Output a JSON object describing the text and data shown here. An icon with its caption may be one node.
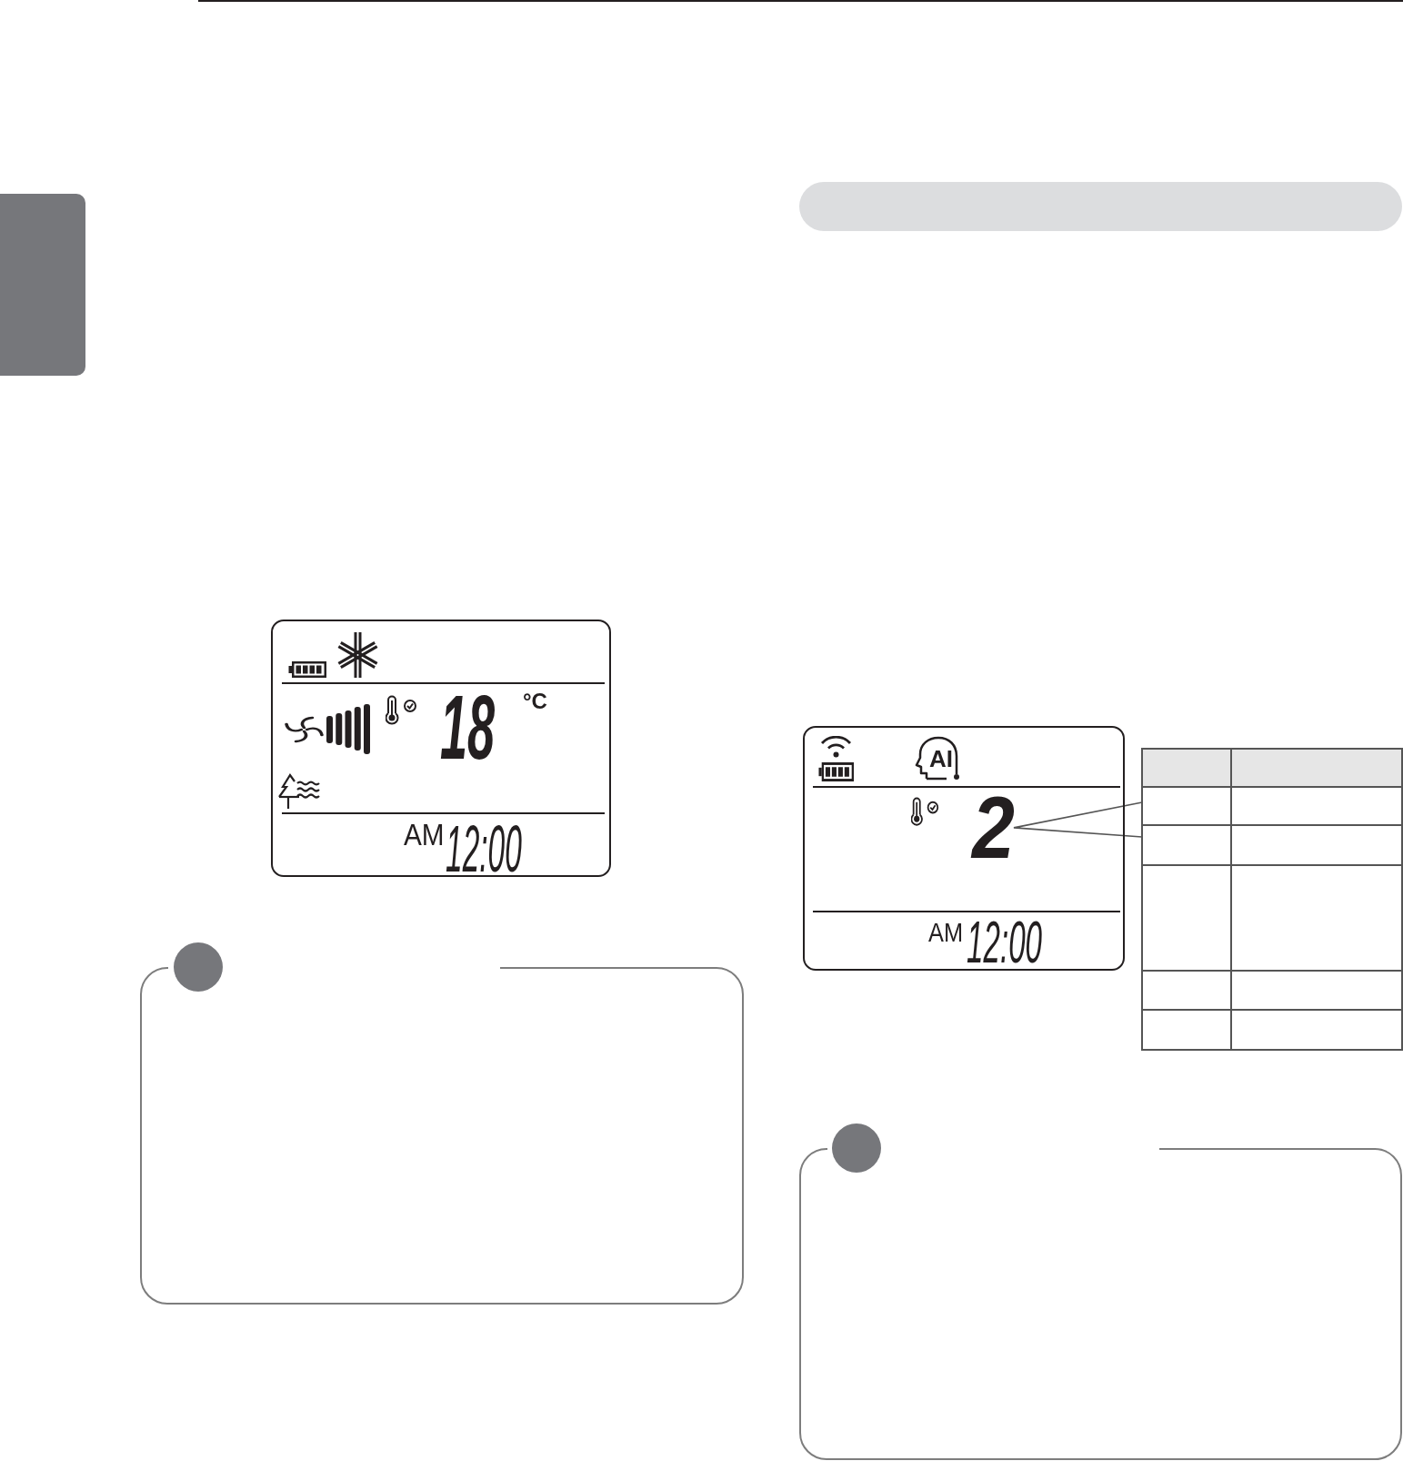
{
  "diagram": {
    "nodes": [
      {
        "text": [],
        "shape": "box"
      },
      {
        "text": [],
        "shape": "bar"
      },
      {
        "text": [
          "18",
          "°C",
          "AM",
          "12:00"
        ]
      },
      {
        "text": [],
        "shape": "box"
      },
      {
        "text": [],
        "shape": "circle"
      },
      {
        "text": [
          "AI",
          "AM",
          "12:00"
        ]
      },
      {
        "text": [
          "2"
        ],
        "in": 5
      },
      {
        "text": [],
        "shape": "table"
      },
      {
        "text": [],
        "shape": "box"
      },
      {
        "text": [],
        "shape": "circle"
      }
    ],
    "edges": [
      {
        "from": 7,
        "to": 6,
        "arrow": "none"
      }
    ]
  }
}
